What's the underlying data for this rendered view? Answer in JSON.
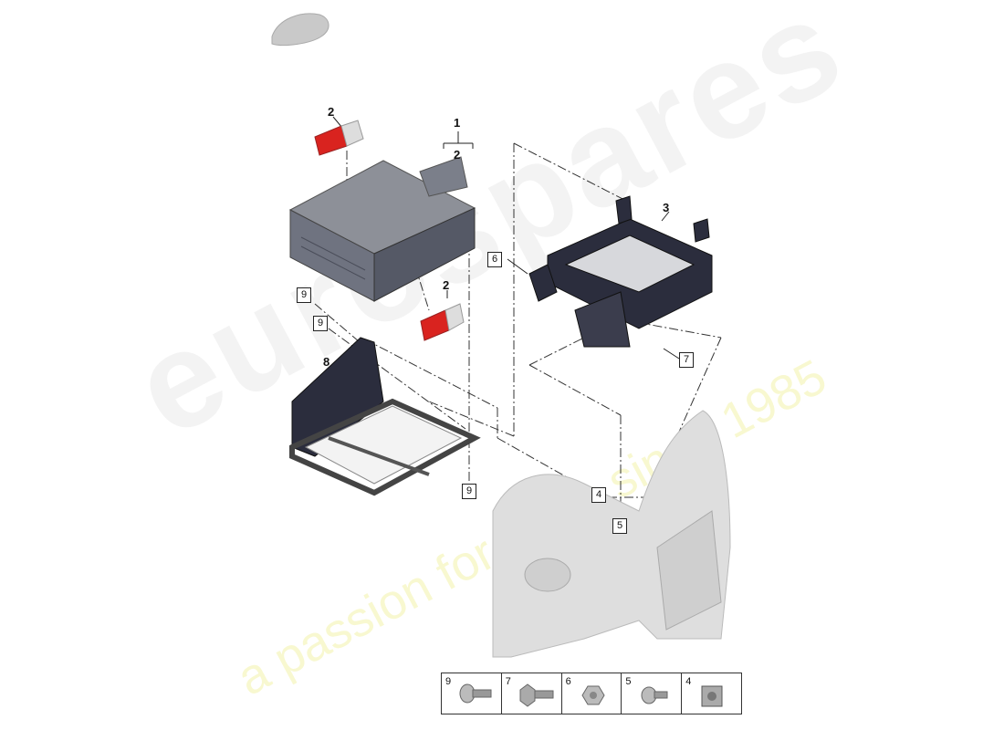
{
  "callouts": {
    "label_1": "1",
    "label_2_box": "2",
    "label_2_top": "2",
    "label_2_side": "2",
    "label_3": "3",
    "label_8": "8"
  },
  "boxed_labels": {
    "box_6": "6",
    "box_7": "7",
    "box_9_a": "9",
    "box_9_b": "9",
    "box_9_c": "9",
    "box_4": "4",
    "box_5": "5"
  },
  "legend": [
    {
      "number": "9",
      "icon": "screw-pan-head-icon"
    },
    {
      "number": "7",
      "icon": "hex-bolt-icon"
    },
    {
      "number": "6",
      "icon": "hex-nut-icon"
    },
    {
      "number": "5",
      "icon": "screw-short-icon"
    },
    {
      "number": "4",
      "icon": "clip-nut-icon"
    }
  ],
  "watermark": {
    "brand": "eurospares",
    "tagline": "a passion for parts since 1985"
  },
  "colors": {
    "warning_label_red": "#d9231f",
    "bracket_dark": "#2b2d3d",
    "unit_grey": "#7b7f8a"
  }
}
